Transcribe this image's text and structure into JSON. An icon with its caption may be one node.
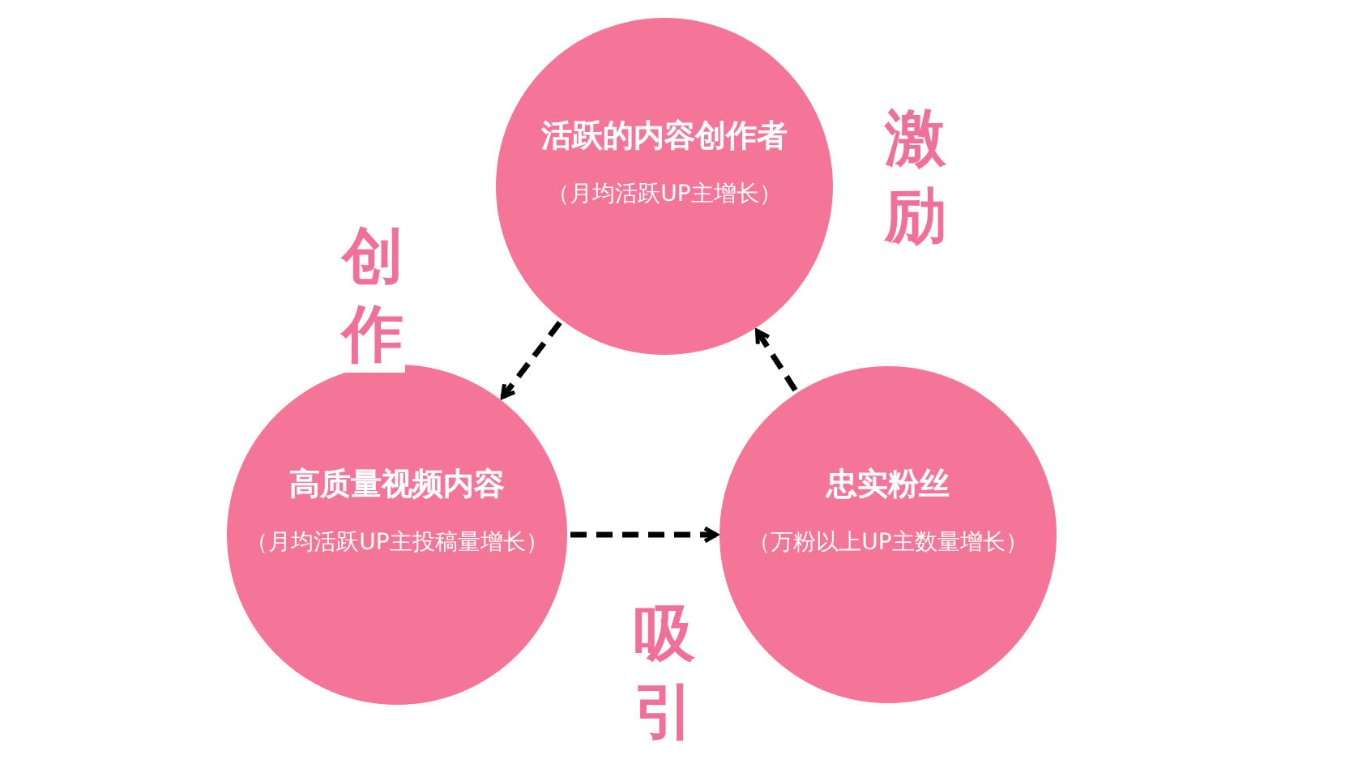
{
  "diagram": {
    "nodes": [
      {
        "text": [
          "活跃的内容创作者",
          "（月均活跃UP主增长）"
        ]
      },
      {
        "text": [
          "高质量视频内容",
          "（月均活跃UP主投稿量增长）"
        ]
      },
      {
        "text": [
          "忠实粉丝",
          "（万粉以上UP主数量增长）"
        ]
      }
    ],
    "edges": [
      {
        "from": 0,
        "to": 1,
        "arrow": "to",
        "style": "dashed",
        "label": "创作"
      },
      {
        "from": 1,
        "to": 2,
        "arrow": "to",
        "style": "dashed",
        "label": "吸引"
      },
      {
        "from": 2,
        "to": 0,
        "arrow": "to",
        "style": "dashed",
        "label": "激励"
      }
    ]
  }
}
